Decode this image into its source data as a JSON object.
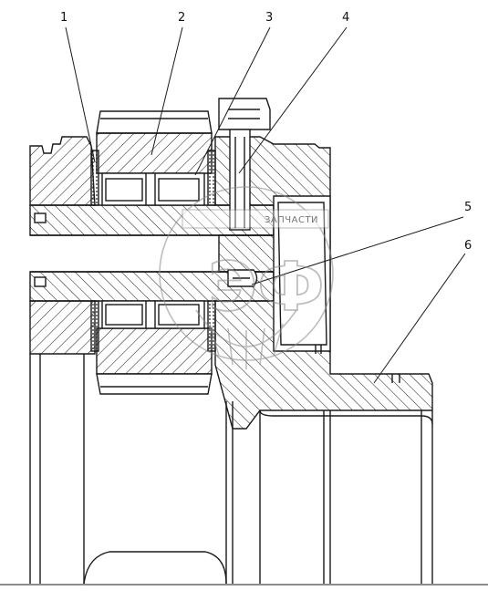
{
  "callouts": [
    "1",
    "2",
    "3",
    "4",
    "5",
    "6"
  ],
  "watermark": {
    "text": "ЗАПЧАСТИ",
    "logo_letters": "ЭФ"
  },
  "colors": {
    "line": "#1a1a1a",
    "watermark": "#8a8a8a",
    "background": "#ffffff"
  }
}
